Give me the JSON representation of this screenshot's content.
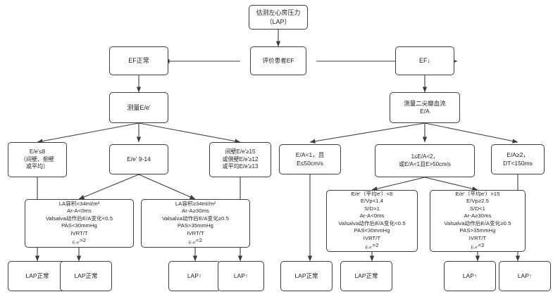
{
  "diagram": {
    "title": "估测左心房压力（LAP）评估流程图",
    "line_color": "#3d3d3d",
    "box_border_color": "#3d3d3d",
    "box_fill_color": "#ffffff",
    "text_color": "#1c1c1c"
  },
  "nodes": {
    "start": "估测左心房压力\n（LAP）",
    "ef_normal": "EF正常",
    "ef_eval": "评价患者EF",
    "ef_down": "EF↓",
    "measure_ee": "测量E/e'",
    "measure_mitral": "测量二尖瓣血流\nE/A",
    "ee_le8": "E/e'≤8\n（间壁、侧壁\n或平均）",
    "ee_9_14": "E/e' 9-14",
    "ee_ge15": "间壁E/e'≥15\n或侧壁E/e'≥12\n或平均E/e'≥13",
    "ea_lt1": "E/A<1，且\nE≤50cm/s",
    "ea_1to2": "1≤E/A<2，\n或E/A<1且E>50cm/s",
    "ea_ge2": "E/A≥2，\nDT<150ms",
    "crit_left_low": "LA容积<34ml/m²\nAr-A<0ms\nValsalva动作后E/A变化<0.5\nPAS<30mmHg\nIVRT/T",
    "crit_left_low_tail": ">2",
    "crit_left_high": "LA容积≥34ml/m²\nAr-A≥30ms\nValsalva动作后E/A变化≥0.5\nPAS>35mmHg\nIVRT/T",
    "crit_left_high_tail": "<2",
    "crit_right_low": "E/e'（平均e'）<8\nE/Vp<1.4\nS/D>1\nAr-A<0ms\nValsalva动作后E/A变化<0.5\nPAS<30mmHg\nIVRT/T",
    "crit_right_low_tail": ">2",
    "crit_right_high": "E/e'（平均e'）>15\nE/Vp≥2.5\nS/D<1\nAr-A≥30ms\nValsalva动作后E/A变化≥0.5\nPAS>35mmHg\nIVRT/T",
    "crit_right_high_tail": "<2",
    "sub_label": "E-e'",
    "lap_normal_1": "LAP正常",
    "lap_normal_2": "LAP正常",
    "lap_up_1": "LAP↑",
    "lap_up_2": "LAP↑",
    "lap_normal_3": "LAP正常",
    "lap_normal_4": "LAP正常",
    "lap_up_3": "LAP↑",
    "lap_up_4": "LAP↑"
  }
}
